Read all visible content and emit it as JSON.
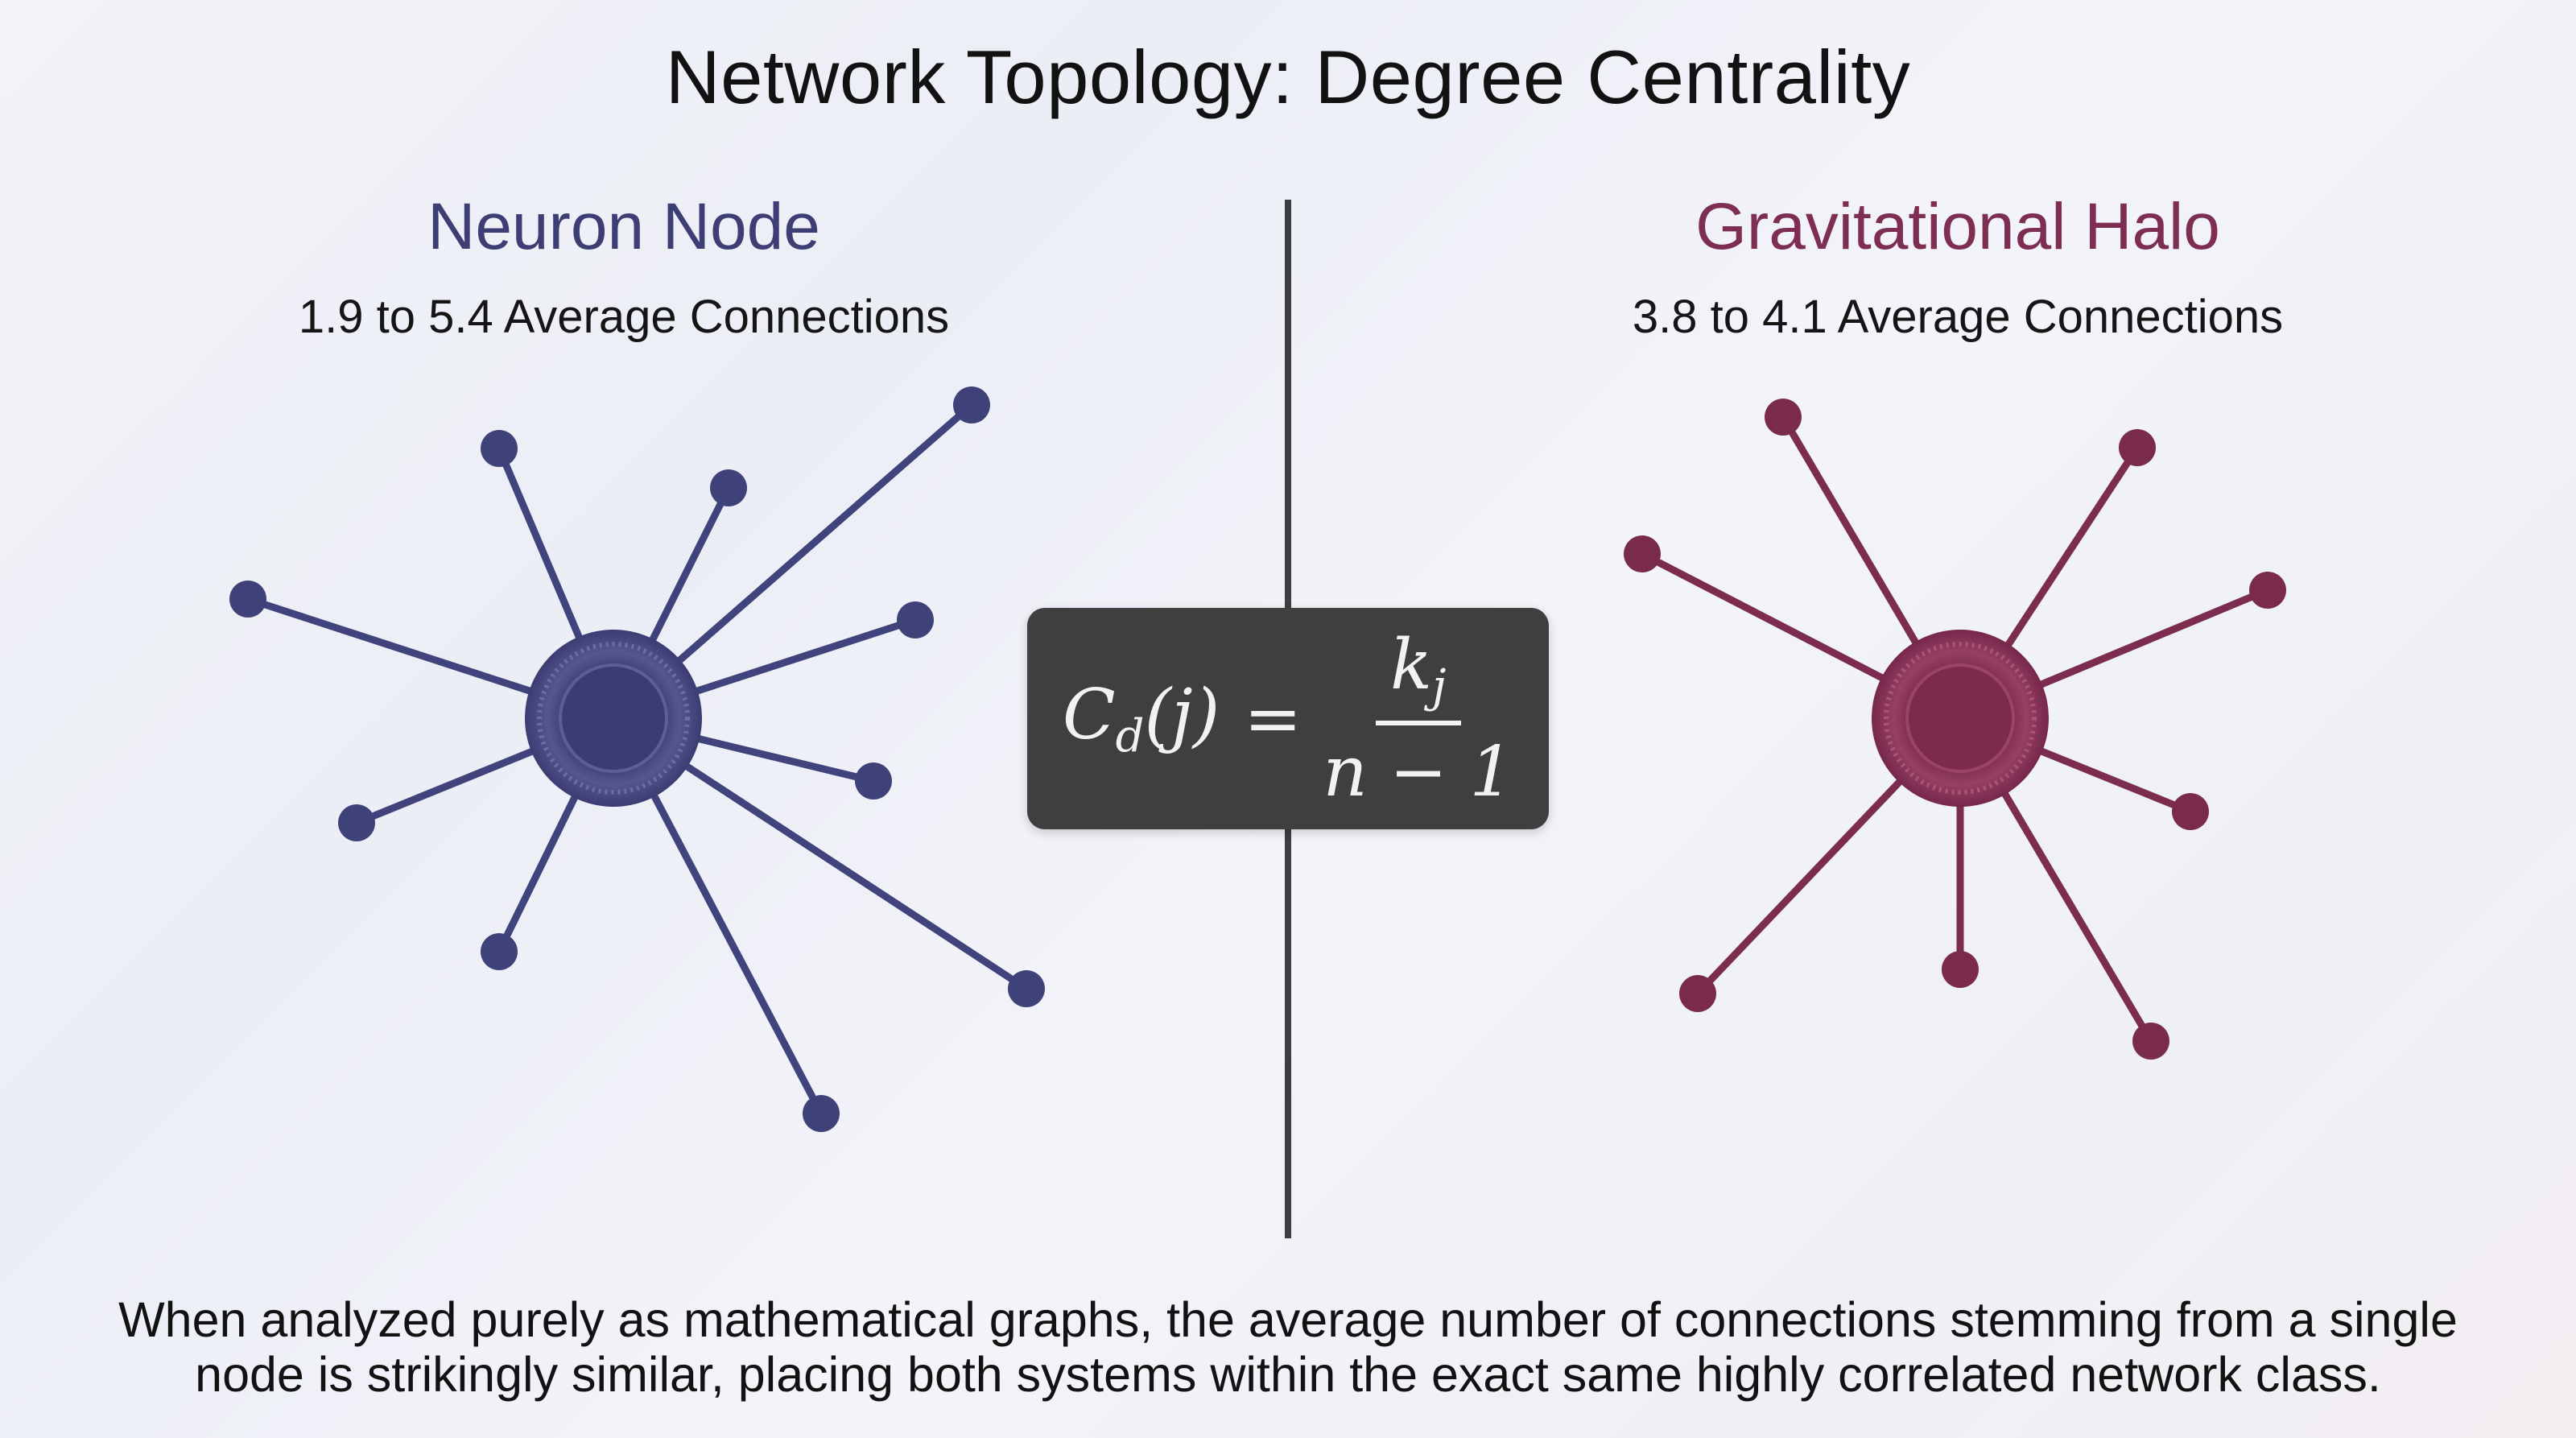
{
  "title": "Network Topology: Degree Centrality",
  "left_panel": {
    "title": "Neuron Node",
    "subtitle": "1.9 to 5.4 Average Connections",
    "color": "#3d3f74"
  },
  "right_panel": {
    "title": "Gravitational Halo",
    "subtitle": "3.8 to 4.1 Average Connections",
    "color": "#7e2e52"
  },
  "formula": {
    "lhs": "C",
    "lhs_subscript": "d",
    "lhs_arg": "(j)",
    "equals": "=",
    "numerator": "k",
    "numerator_subscript": "j",
    "denominator": "n − 1"
  },
  "caption_line_1": "When analyzed purely as mathematical graphs, the average number of connections stemming from a single",
  "caption_line_2": "node is strikingly similar, placing both systems within the exact same highly correlated network class."
}
